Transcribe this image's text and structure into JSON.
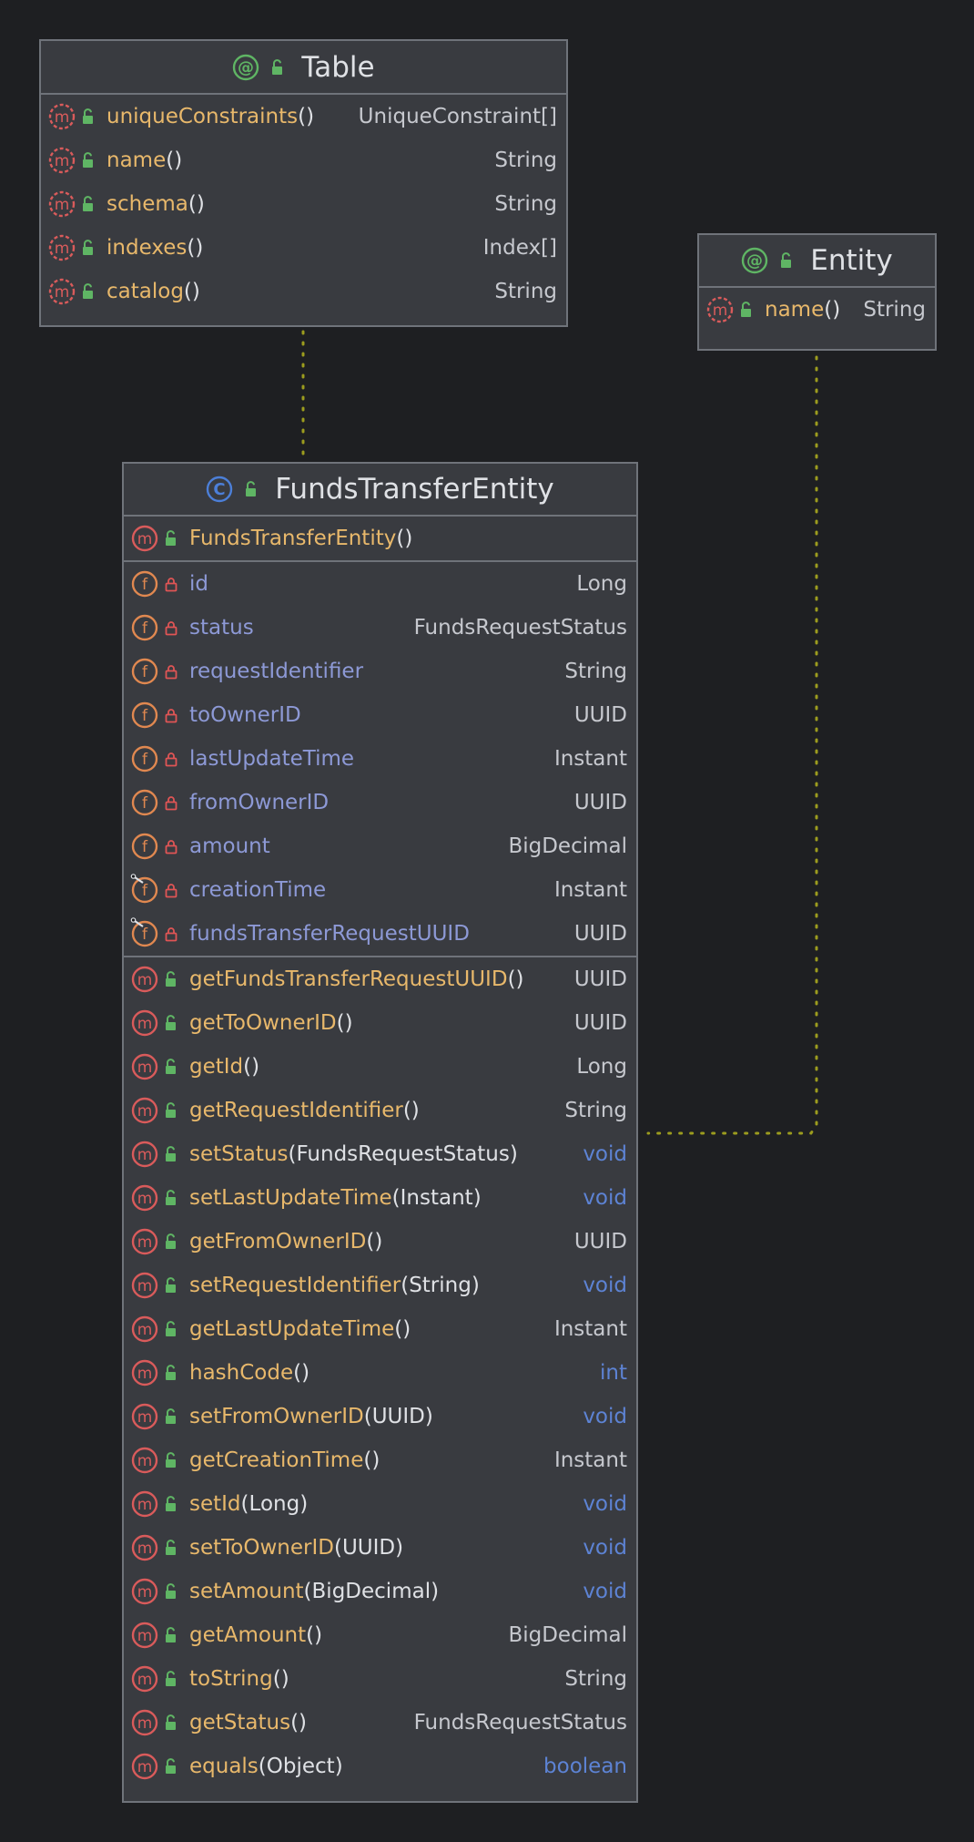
{
  "table": {
    "title": "Table",
    "methods": [
      {
        "name": "uniqueConstraints",
        "params": "",
        "type": "UniqueConstraint[]"
      },
      {
        "name": "name",
        "params": "",
        "type": "String"
      },
      {
        "name": "schema",
        "params": "",
        "type": "String"
      },
      {
        "name": "indexes",
        "params": "",
        "type": "Index[]"
      },
      {
        "name": "catalog",
        "params": "",
        "type": "String"
      }
    ]
  },
  "entity": {
    "title": "Entity",
    "methods": [
      {
        "name": "name",
        "params": "",
        "type": "String"
      }
    ]
  },
  "funds": {
    "title": "FundsTransferEntity",
    "constructor": {
      "name": "FundsTransferEntity",
      "params": ""
    },
    "fields": [
      {
        "name": "id",
        "type": "Long"
      },
      {
        "name": "status",
        "type": "FundsRequestStatus"
      },
      {
        "name": "requestIdentifier",
        "type": "String"
      },
      {
        "name": "toOwnerID",
        "type": "UUID"
      },
      {
        "name": "lastUpdateTime",
        "type": "Instant"
      },
      {
        "name": "fromOwnerID",
        "type": "UUID"
      },
      {
        "name": "amount",
        "type": "BigDecimal"
      },
      {
        "name": "creationTime",
        "type": "Instant"
      },
      {
        "name": "fundsTransferRequestUUID",
        "type": "UUID"
      }
    ],
    "methods": [
      {
        "name": "getFundsTransferRequestUUID",
        "params": "",
        "type": "UUID"
      },
      {
        "name": "getToOwnerID",
        "params": "",
        "type": "UUID"
      },
      {
        "name": "getId",
        "params": "",
        "type": "Long"
      },
      {
        "name": "getRequestIdentifier",
        "params": "",
        "type": "String"
      },
      {
        "name": "setStatus",
        "params": "FundsRequestStatus",
        "type": "void"
      },
      {
        "name": "setLastUpdateTime",
        "params": "Instant",
        "type": "void"
      },
      {
        "name": "getFromOwnerID",
        "params": "",
        "type": "UUID"
      },
      {
        "name": "setRequestIdentifier",
        "params": "String",
        "type": "void"
      },
      {
        "name": "getLastUpdateTime",
        "params": "",
        "type": "Instant"
      },
      {
        "name": "hashCode",
        "params": "",
        "type": "int"
      },
      {
        "name": "setFromOwnerID",
        "params": "UUID",
        "type": "void"
      },
      {
        "name": "getCreationTime",
        "params": "",
        "type": "Instant"
      },
      {
        "name": "setId",
        "params": "Long",
        "type": "void"
      },
      {
        "name": "setToOwnerID",
        "params": "UUID",
        "type": "void"
      },
      {
        "name": "setAmount",
        "params": "BigDecimal",
        "type": "void"
      },
      {
        "name": "getAmount",
        "params": "",
        "type": "BigDecimal"
      },
      {
        "name": "toString",
        "params": "",
        "type": "String"
      },
      {
        "name": "getStatus",
        "params": "",
        "type": "FundsRequestStatus"
      },
      {
        "name": "equals",
        "params": "Object",
        "type": "boolean"
      }
    ]
  },
  "icons": {
    "annotation": "annotation-icon",
    "class": "class-icon",
    "method": "method-icon",
    "abstract_method": "abstract-method-icon",
    "field": "field-icon",
    "public": "unlocked-padlock-icon",
    "private": "locked-padlock-icon",
    "property_marker": "pencil-icon"
  },
  "colors": {
    "background": "#1e1f22",
    "card": "#393b40",
    "border": "#6f737a",
    "method_name": "#e8b86b",
    "field_name": "#8d99d6",
    "primitive_type": "#5d83d4",
    "connector": "#9c9c1e"
  }
}
